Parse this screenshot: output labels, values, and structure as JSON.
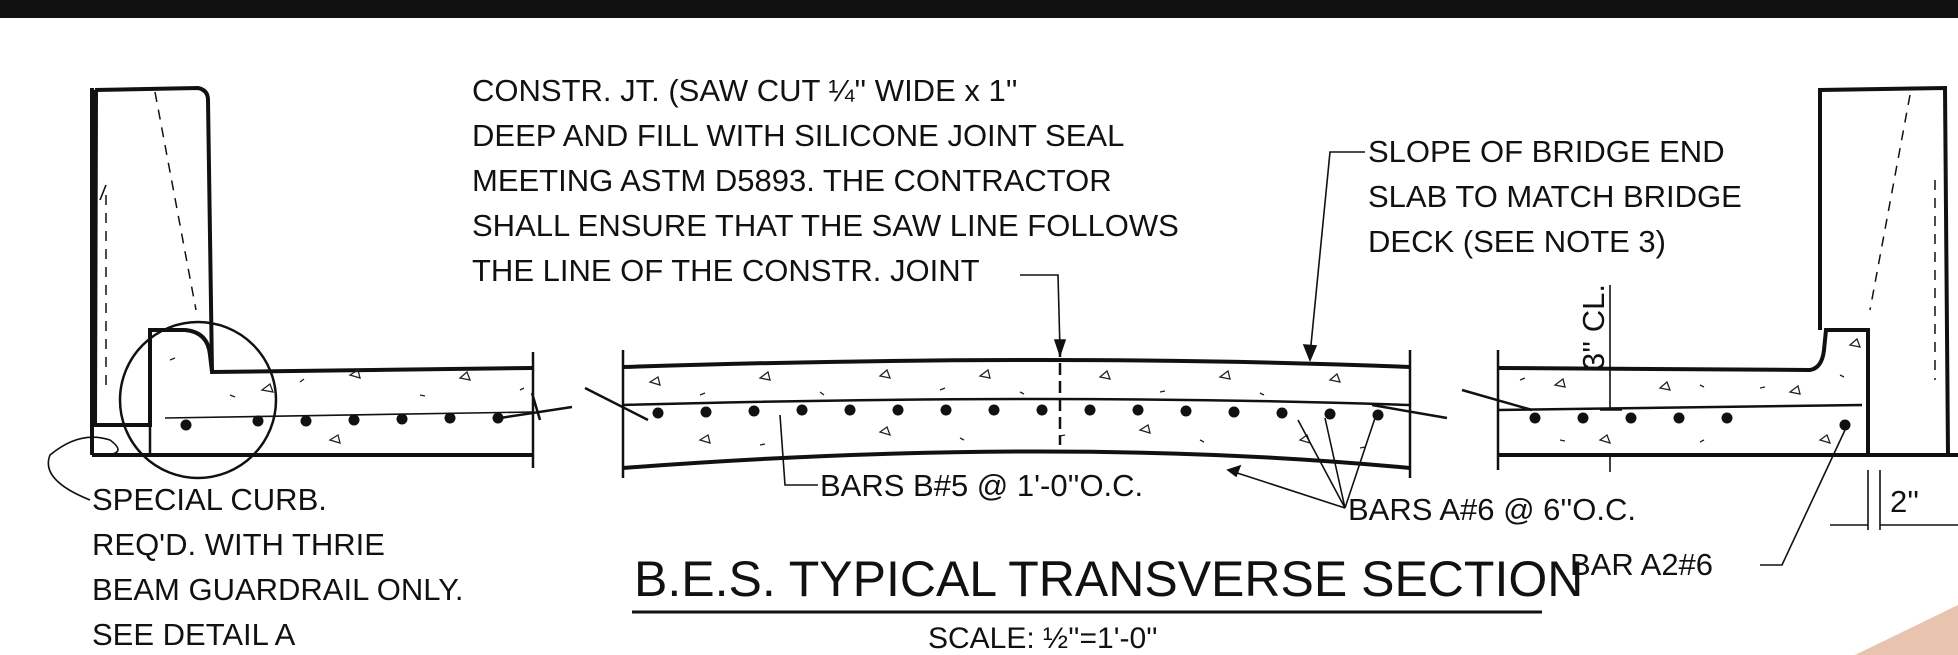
{
  "notes": {
    "construction_joint": [
      "CONSTR. JT. (SAW CUT ¼'' WIDE x 1''",
      "DEEP AND FILL WITH SILICONE JOINT SEAL",
      "MEETING ASTM D5893.  THE CONTRACTOR",
      "SHALL ENSURE THAT THE SAW LINE FOLLOWS",
      "THE LINE OF THE CONSTR. JOINT"
    ],
    "slope": [
      "SLOPE OF BRIDGE END",
      "SLAB TO MATCH BRIDGE",
      "DECK (SEE NOTE 3)"
    ],
    "special_curb": [
      "SPECIAL CURB.",
      "REQ'D. WITH THRIE",
      "BEAM GUARDRAIL ONLY.",
      "SEE DETAIL A"
    ],
    "bars_b": "BARS B#5 @ 1'-0''O.C.",
    "bars_a": "BARS A#6 @ 6''O.C.",
    "bar_a2": "BAR A2#6",
    "cover": "3'' CL.",
    "edge_dim": "2''"
  },
  "title": "B.E.S. TYPICAL TRANSVERSE SECTION",
  "scale": "SCALE: ½''=1'-0''",
  "colors": {
    "ink": "#111111",
    "watermark": "#e8c3ae"
  }
}
